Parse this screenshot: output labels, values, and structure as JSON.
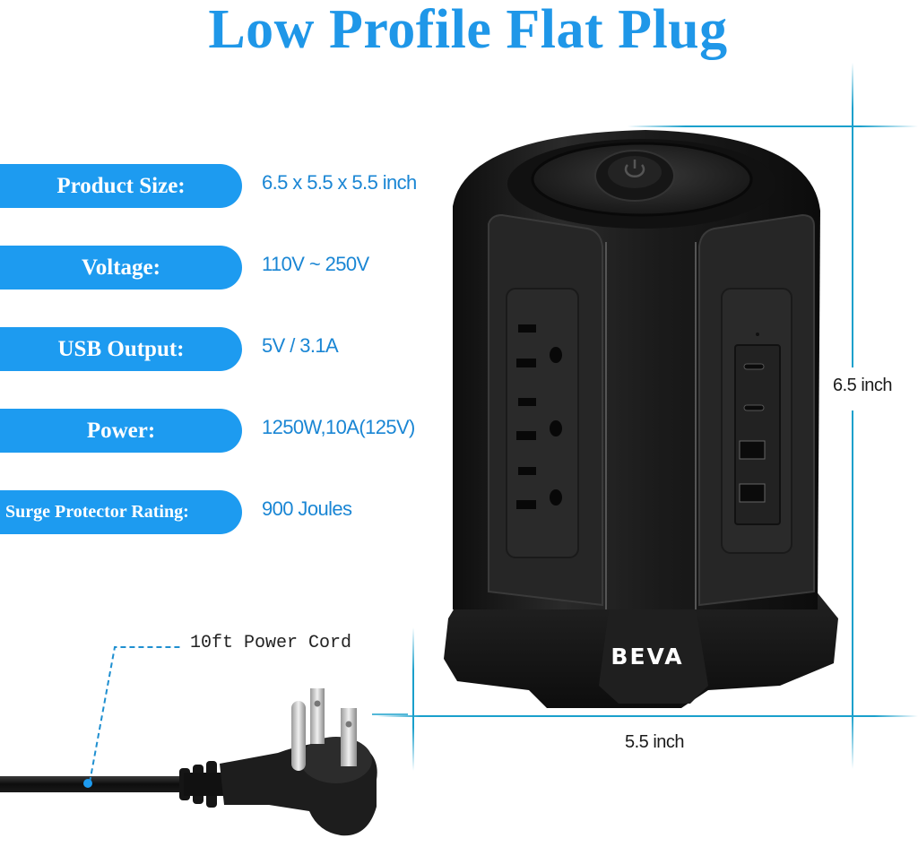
{
  "title": "Low Profile Flat Plug",
  "colors": {
    "accent_blue": "#1d9bf0",
    "title_blue": "#1f97e8",
    "value_blue": "#1a86d4",
    "dimension_line": "#1aa0cc",
    "product_black": "#1c1c1c"
  },
  "specs": [
    {
      "label": "Product Size:",
      "value": "6.5 x 5.5 x 5.5 inch"
    },
    {
      "label": "Voltage:",
      "value": "110V ~ 250V"
    },
    {
      "label": "USB Output:",
      "value": "5V / 3.1A"
    },
    {
      "label": "Power:",
      "value": "1250W,10A(125V)"
    },
    {
      "label": "Surge Protector Rating:",
      "value": "900 Joules"
    }
  ],
  "dimensions": {
    "height": "6.5 inch",
    "width": "5.5 inch"
  },
  "cord_callout": "10ft Power Cord",
  "product": {
    "brand": "BEVA",
    "icons": [
      "power-button-icon",
      "ac-outlet-icon",
      "usb-c-port-icon",
      "usb-a-port-icon",
      "flat-plug-icon"
    ]
  }
}
